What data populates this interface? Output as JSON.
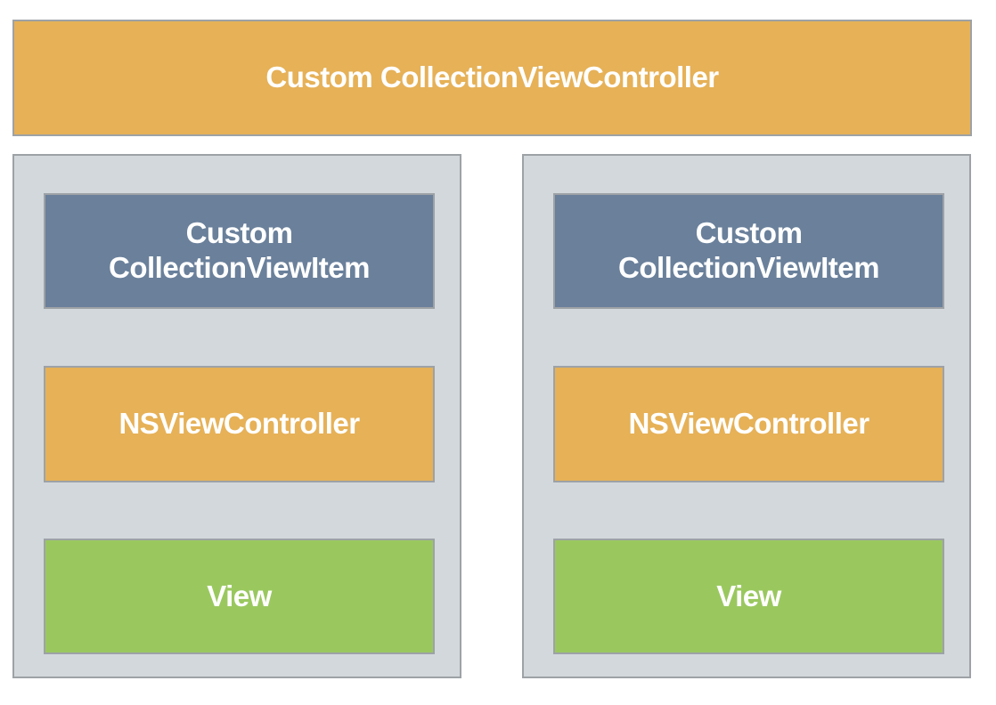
{
  "diagram": {
    "banner": {
      "label": "Custom CollectionViewController",
      "color": "#e6b157"
    },
    "colors": {
      "orange": "#e6b157",
      "blue_gray": "#6a809b",
      "green": "#9ac85f",
      "container_background": "#d2d8db",
      "border": "#9da2a6",
      "text": "#ffffff",
      "page_background": "#ffffff"
    },
    "columns": [
      {
        "name": "left",
        "boxes": [
          {
            "label": "Custom CollectionViewItem",
            "color": "#6a809b"
          },
          {
            "label": "NSViewController",
            "color": "#e6b157"
          },
          {
            "label": "View",
            "color": "#9ac85f"
          }
        ]
      },
      {
        "name": "right",
        "boxes": [
          {
            "label": "Custom CollectionViewItem",
            "color": "#6a809b"
          },
          {
            "label": "NSViewController",
            "color": "#e6b157"
          },
          {
            "label": "View",
            "color": "#9ac85f"
          }
        ]
      }
    ]
  }
}
